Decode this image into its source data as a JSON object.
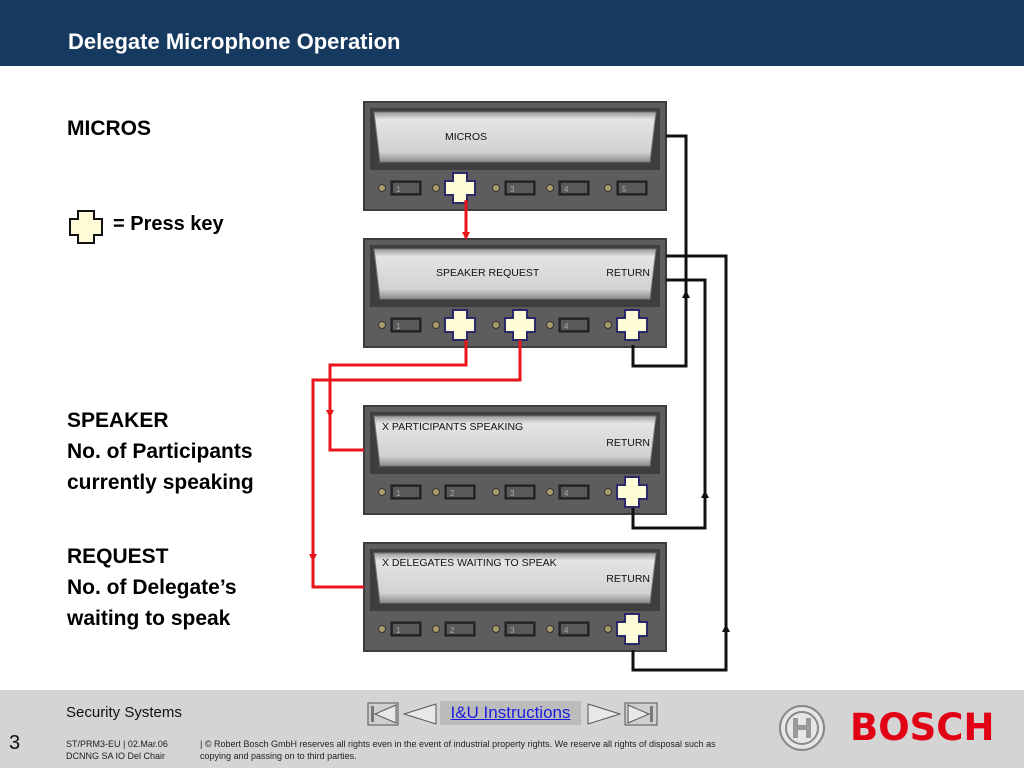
{
  "header": {
    "title": "Delegate Microphone Operation"
  },
  "left": {
    "micros": "MICROS",
    "legend": "= Press key",
    "speaker": [
      "SPEAKER",
      "No. of  Participants",
      "currently speaking"
    ],
    "request": [
      "REQUEST",
      "No. of  Delegate’s",
      "waiting to speak"
    ]
  },
  "panels": [
    {
      "name": "micros",
      "title": "MICROS",
      "return": "",
      "keys": [
        "1",
        "",
        "3",
        "4",
        "5"
      ]
    },
    {
      "name": "speaker-request",
      "title": "SPEAKER  REQUEST",
      "return": "RETURN",
      "keys": [
        "1",
        "",
        "",
        "4",
        ""
      ]
    },
    {
      "name": "participants",
      "title": "X PARTICIPANTS SPEAKING",
      "return": "RETURN",
      "keys": [
        "1",
        "2",
        "3",
        "4",
        ""
      ]
    },
    {
      "name": "delegates",
      "title": "X DELEGATES WAITING TO SPEAK",
      "return": "RETURN",
      "keys": [
        "1",
        "2",
        "3",
        "4",
        ""
      ]
    }
  ],
  "footer": {
    "company": "Security Systems",
    "slide_number": "3",
    "meta": [
      "ST/PRM3-EU | 02.Mar.06",
      "DCNNG SA IO Del Chair"
    ],
    "copyright": "| © Robert Bosch GmbH reserves all rights even in the event of industrial property rights. We reserve all rights of disposal such as copying and passing on to third parties.",
    "nav_label": "I&U Instructions",
    "brand": "BOSCH"
  },
  "colors": {
    "header_bg": "#16395f",
    "arrow_red": "#e8141c",
    "brand_red": "#e20015",
    "key_fill": "#fffbd6"
  }
}
